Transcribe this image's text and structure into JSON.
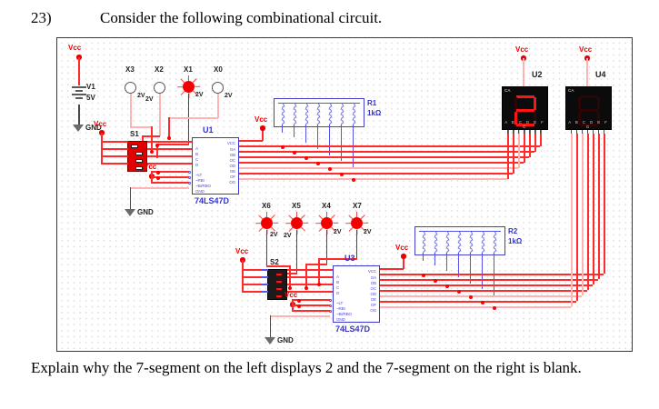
{
  "question": {
    "number": "23)",
    "prompt": "Consider the following combinational circuit.",
    "explain_line1": "Explain why the 7-segment on the left displays 2 and the 7-segment on the",
    "explain_line2": "right is blank."
  },
  "colors": {
    "wire_red": "#ff2a2a",
    "wire_blue": "#5555ee",
    "label_red": "#ee0000",
    "label_blue": "#3333cc",
    "segment_on": "#ff1414",
    "display_body": "#0b0b0b",
    "switch_red": "#e00000",
    "switch_dark": "#1b1b1b"
  },
  "schematic": {
    "power": {
      "source_ref": "V1",
      "source_value": "5V",
      "vcc_label": "Vcc",
      "gnd_label": "GND"
    },
    "vcc_markers": [
      {
        "name": "vcc-v1",
        "label": "Vcc"
      },
      {
        "name": "vcc-s1",
        "label": "Vcc"
      },
      {
        "name": "vcc-u1ctl",
        "label": "Vcc"
      },
      {
        "name": "vcc-r1",
        "label": "Vcc"
      },
      {
        "name": "vcc-r2",
        "label": "Vcc"
      },
      {
        "name": "vcc-s2",
        "label": "Vcc"
      },
      {
        "name": "vcc-u3ctl",
        "label": "Vcc"
      },
      {
        "name": "vcc-u2",
        "label": "Vcc"
      },
      {
        "name": "vcc-u4",
        "label": "Vcc"
      }
    ],
    "gnd_markers": [
      {
        "name": "gnd-v1",
        "label": "GND"
      },
      {
        "name": "gnd-u1",
        "label": "GND"
      },
      {
        "name": "gnd-u3",
        "label": "GND"
      }
    ],
    "probes_top": [
      {
        "name": "X3",
        "label": "X3",
        "voltage": "2V",
        "state": "off"
      },
      {
        "name": "X2",
        "label": "X2",
        "voltage": "2V",
        "state": "off"
      },
      {
        "name": "X1",
        "label": "X1",
        "voltage": "2V",
        "state": "on"
      },
      {
        "name": "X0",
        "label": "X0",
        "voltage": "2V",
        "state": "off"
      }
    ],
    "probes_mid": [
      {
        "name": "X6",
        "label": "X6",
        "voltage": "2V",
        "state": "on"
      },
      {
        "name": "X5",
        "label": "X5",
        "voltage": "2V",
        "state": "on"
      },
      {
        "name": "X4",
        "label": "X4",
        "voltage": "2V",
        "state": "on"
      },
      {
        "name": "X7",
        "label": "X7",
        "voltage": "2V",
        "state": "on"
      }
    ],
    "switches": [
      {
        "ref": "S1",
        "label": "S1",
        "poles": 4,
        "style": "red"
      },
      {
        "ref": "S2",
        "label": "S2",
        "poles": 4,
        "style": "dark"
      }
    ],
    "ics": [
      {
        "ref": "U1",
        "label": "U1",
        "part": "74LS47D",
        "inputs": [
          "A",
          "B",
          "C",
          "D"
        ],
        "controls": [
          "~LT",
          "~RBI",
          "~BI/RBO"
        ],
        "power_pins": [
          "VCC",
          "GND"
        ],
        "outputs": [
          "OA",
          "OB",
          "OC",
          "OD",
          "OE",
          "OF",
          "OG"
        ]
      },
      {
        "ref": "U3",
        "label": "U3",
        "part": "74LS47D",
        "inputs": [
          "A",
          "B",
          "C",
          "D"
        ],
        "controls": [
          "~LT",
          "~RBI",
          "~BI/RBO"
        ],
        "power_pins": [
          "VCC",
          "GND"
        ],
        "outputs": [
          "OA",
          "OB",
          "OC",
          "OD",
          "OE",
          "OF",
          "OG"
        ]
      }
    ],
    "resistor_networks": [
      {
        "ref": "R1",
        "label": "R1",
        "value": "1kΩ",
        "count": 7
      },
      {
        "ref": "R2",
        "label": "R2",
        "value": "1kΩ",
        "count": 7
      }
    ],
    "displays": [
      {
        "ref": "U2",
        "label": "U2",
        "type_label": "CA",
        "pin_labels": "A B C D E F G",
        "shows": "2",
        "segments": {
          "a": true,
          "b": true,
          "c": false,
          "d": true,
          "e": true,
          "f": false,
          "g": true
        }
      },
      {
        "ref": "U4",
        "label": "U4",
        "type_label": "CA",
        "pin_labels": "A B C D E F G",
        "shows": "",
        "segments": {
          "a": false,
          "b": false,
          "c": false,
          "d": false,
          "e": false,
          "f": false,
          "g": false
        }
      }
    ]
  }
}
